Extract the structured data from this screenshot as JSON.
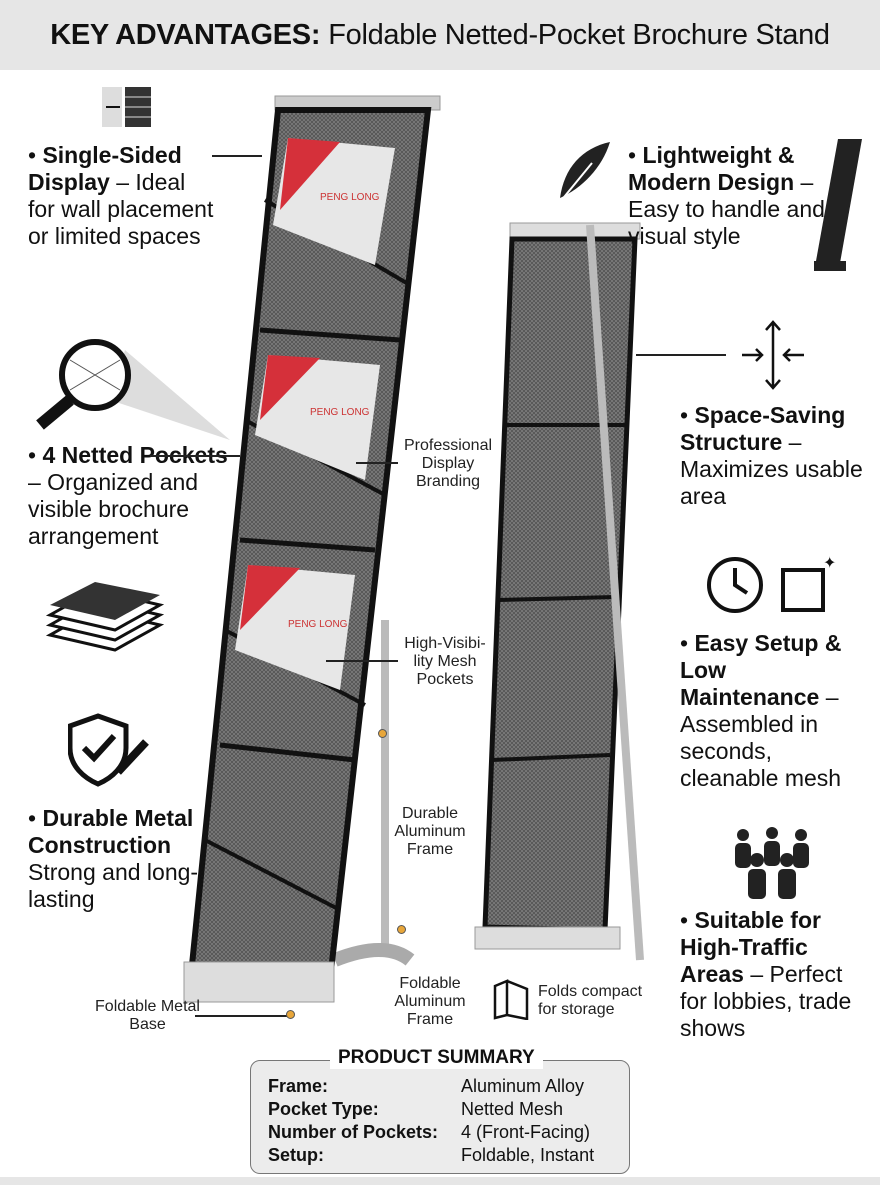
{
  "header": {
    "bold": "KEY ADVANTAGES:",
    "title": "Foldable Netted-Pocket  Brochure Stand"
  },
  "features_left": [
    {
      "bold": "Single-Sided Display",
      "text": " – Ideal for wall placement or limited spaces",
      "icon": "wall-mount-icon"
    },
    {
      "bold": "4 Netted Pockets",
      "text": " – Organized and visible brochure arrangement",
      "icon": "magnifier-mesh-icon"
    },
    {
      "bold": "Durable Metal Construction",
      "text": " Strong and long-lasting",
      "icon": "shield-wrench-icon"
    }
  ],
  "features_right": [
    {
      "bold": "Lightweight & Modern Design",
      "text": " – Easy to handle and visual style",
      "icon": "feather-icon"
    },
    {
      "bold": "Space-Saving Structure",
      "text": " – Maximizes usable area",
      "icon": "compress-arrows-icon"
    },
    {
      "bold": "Easy Setup & Low Maintenance",
      "text": " – Assembled in seconds, cleanable mesh",
      "icon": "clock-cloth-icon"
    },
    {
      "bold": "Suitable for High-Traffic Areas",
      "text": " – Perfect for lobbies, trade shows",
      "icon": "crowd-icon"
    }
  ],
  "callouts": {
    "branding": "Professional Display Branding",
    "mesh": "High-Visibi-lity Mesh Pockets",
    "frame1": "Durable Aluminum Frame",
    "frame2": "Foldable Aluminum Frame",
    "base": "Foldable Metal Base",
    "folds": "Folds compact for storage"
  },
  "brochure_brand": "PENG LONG",
  "summary": {
    "title": "PRODUCT SUMMARY",
    "rows": [
      {
        "k": "Frame:",
        "v": "Aluminum Alloy"
      },
      {
        "k": "Pocket Type:",
        "v": "Netted Mesh"
      },
      {
        "k": "Number of Pockets:",
        "v": "4 (Front-Facing)"
      },
      {
        "k": "Setup:",
        "v": "Foldable, Instant"
      }
    ]
  }
}
